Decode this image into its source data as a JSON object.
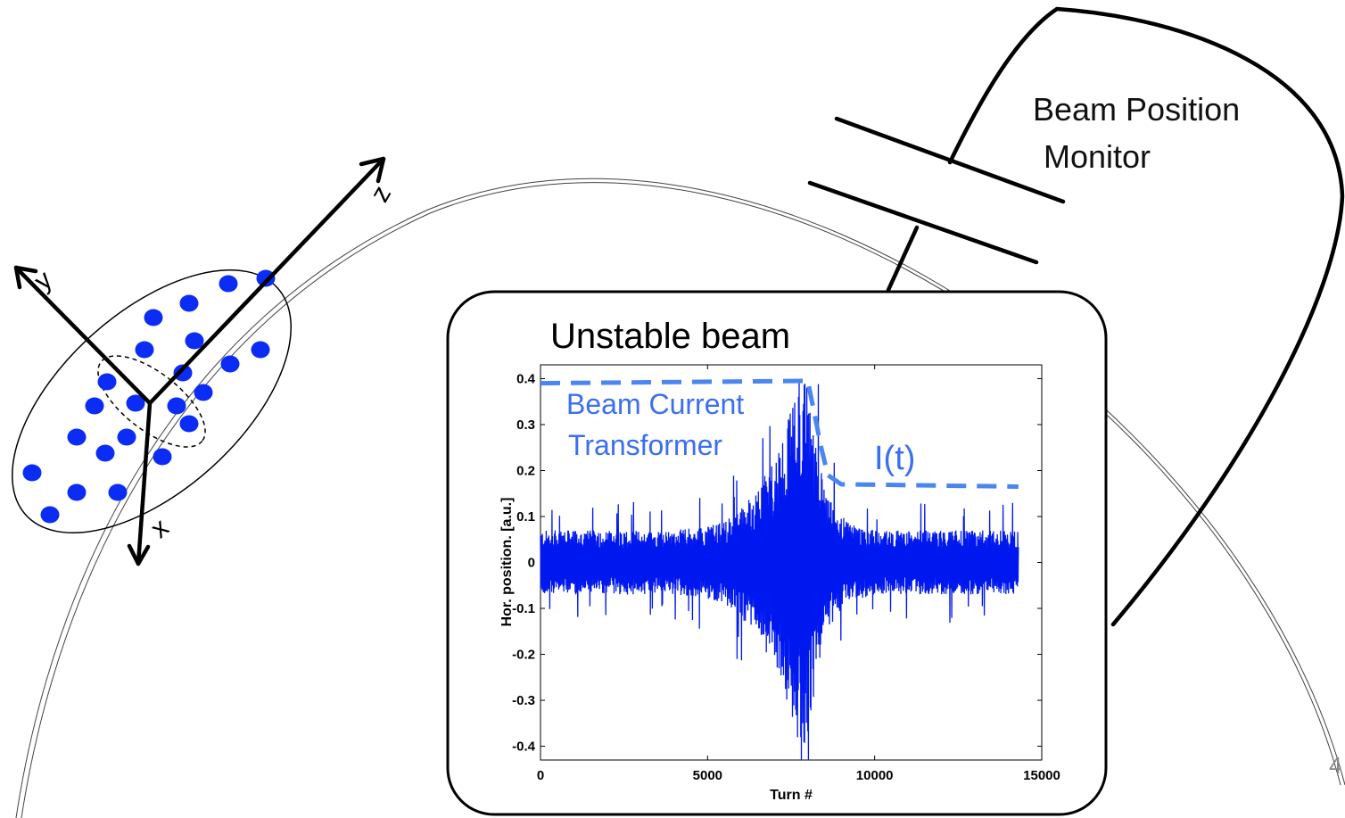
{
  "slide": {
    "page_number": "4"
  },
  "beam_position_monitor": {
    "label_line1": "Beam Position",
    "label_line2": "Monitor"
  },
  "bunch": {
    "axis_x_label": "x",
    "axis_y_label": "y",
    "axis_z_label": "z",
    "particle_color": "#0a2cf5"
  },
  "inset": {
    "title": "Unstable beam",
    "bct_label_line1": "Beam Current",
    "bct_label_line2": "Transformer",
    "current_label": "I(t)",
    "current_color": "#4a86f0"
  },
  "chart_data": {
    "type": "line",
    "xlabel": "Turn #",
    "ylabel": "Hor. position. [a.u.]",
    "xlim": [
      0,
      15000
    ],
    "ylim": [
      -0.43,
      0.43
    ],
    "x_ticks": [
      "0",
      "5000",
      "10000",
      "15000"
    ],
    "y_ticks": [
      "0.4",
      "0.3",
      "0.2",
      "0.1",
      "0",
      "-0.1",
      "-0.2",
      "-0.3",
      "-0.4"
    ],
    "series": [
      {
        "color": "#0018f0",
        "envelope": {
          "x": [
            0,
            1000,
            2000,
            3000,
            4000,
            5000,
            5500,
            6000,
            6500,
            7000,
            7500,
            7800,
            8000,
            8200,
            8500,
            9000,
            9500,
            10000,
            11000,
            12000,
            13000,
            14300
          ],
          "amplitude": [
            0.07,
            0.07,
            0.07,
            0.07,
            0.07,
            0.08,
            0.09,
            0.12,
            0.16,
            0.23,
            0.33,
            0.42,
            0.38,
            0.28,
            0.16,
            0.1,
            0.08,
            0.07,
            0.07,
            0.07,
            0.07,
            0.07
          ]
        }
      },
      {
        "name": "I(t)",
        "color": "#4a86f0",
        "x": [
          0,
          8000,
          8400,
          8600,
          9000,
          14300
        ],
        "y": [
          0.39,
          0.395,
          0.25,
          0.19,
          0.17,
          0.165
        ]
      }
    ]
  }
}
